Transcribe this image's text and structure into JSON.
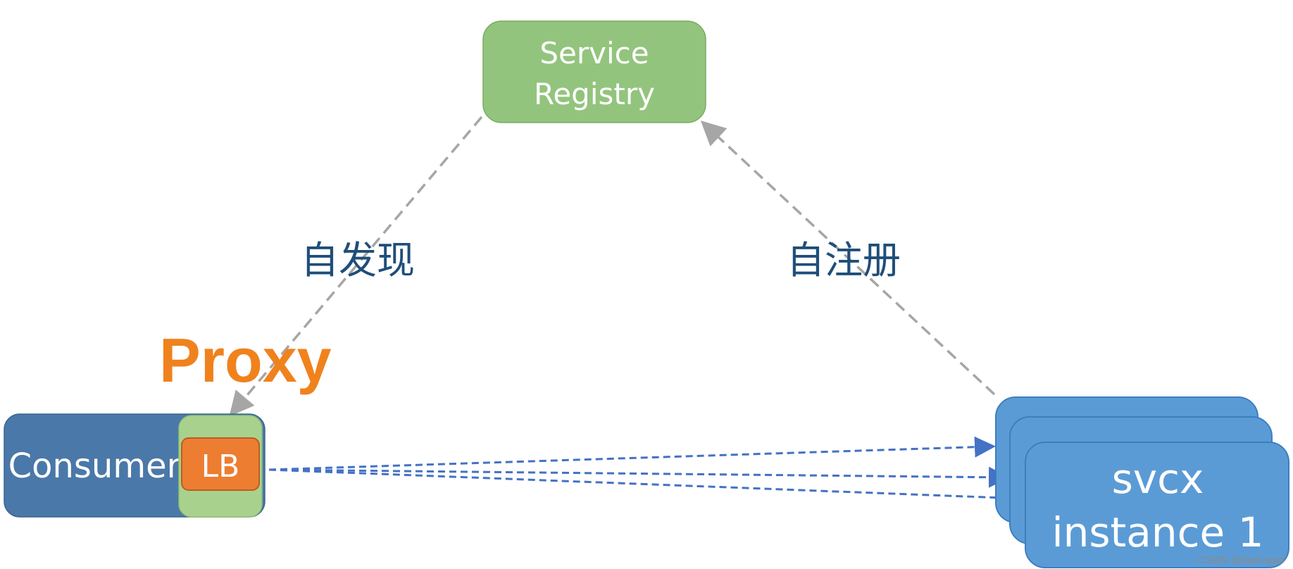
{
  "diagram": {
    "nodes": {
      "registry": {
        "line1": "Service",
        "line2": "Registry"
      },
      "consumer": {
        "label": "Consumer"
      },
      "lb": {
        "label": "LB"
      },
      "svc": {
        "line1": "svcx",
        "line2": "instance 1"
      }
    },
    "labels": {
      "discovery": "自发现",
      "registration": "自注册",
      "proxy": "Proxy"
    },
    "watermark": "CSDN @taoli-qiao"
  },
  "colors": {
    "registry_fill": "#93c47d",
    "registry_stroke": "#7aab5f",
    "consumer_fill": "#4a78a8",
    "consumer_stroke": "#3b6690",
    "lb_outer_fill": "#a9d18e",
    "lb_outer_stroke": "#8fbf73",
    "lb_inner_fill": "#ed7d31",
    "lb_inner_stroke": "#b85f22",
    "svc_fill": "#5b9bd5",
    "svc_stroke": "#3d7ec0",
    "discovery_arrow": "#a6a6a6",
    "request_arrow": "#4472c4",
    "label_text": "#1f4e79",
    "proxy_text": "#f0821e",
    "node_text": "#ffffff"
  }
}
